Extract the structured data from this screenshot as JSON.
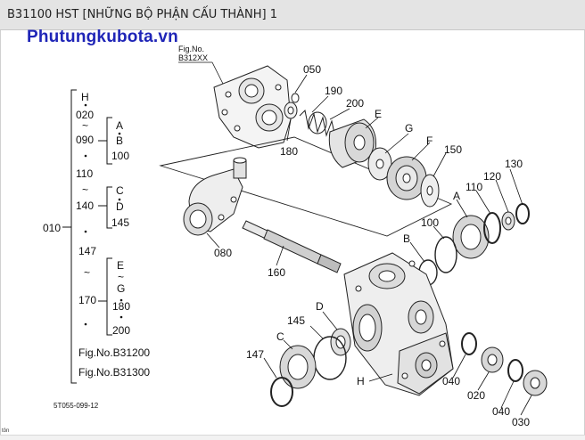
{
  "header": {
    "title": "B31100 HST [NHỮNG BỘ PHẬN CẤU THÀNH] 1"
  },
  "watermark": "Phutungkubota.vn",
  "diagram": {
    "fig_ref_top": [
      "Fig.No.",
      "B312XX"
    ],
    "tree": {
      "root": "010",
      "items": [
        "H",
        "020",
        "~",
        "090",
        "A",
        "B",
        "100",
        "110",
        "~",
        "140",
        "C",
        "D",
        "145",
        "147",
        "~",
        "170",
        "E",
        "~",
        "G",
        "180",
        "200"
      ]
    },
    "fig_refs": [
      "Fig.No.B31200",
      "Fig.No.B31300"
    ],
    "part_labels": {
      "p050": "050",
      "p190": "190",
      "p200": "200",
      "pE": "E",
      "p180": "180",
      "pG": "G",
      "pF": "F",
      "p150": "150",
      "p130": "130",
      "p120": "120",
      "p110": "110",
      "pA": "A",
      "p100": "100",
      "pB": "B",
      "p080": "080",
      "p160": "160",
      "pD": "D",
      "p145": "145",
      "pC": "C",
      "p147": "147",
      "pH": "H",
      "p040a": "040",
      "p020": "020",
      "p040b": "040",
      "p030": "030"
    },
    "drawing_code": "5T055-099-12"
  },
  "footer": {
    "text": "tôn"
  }
}
